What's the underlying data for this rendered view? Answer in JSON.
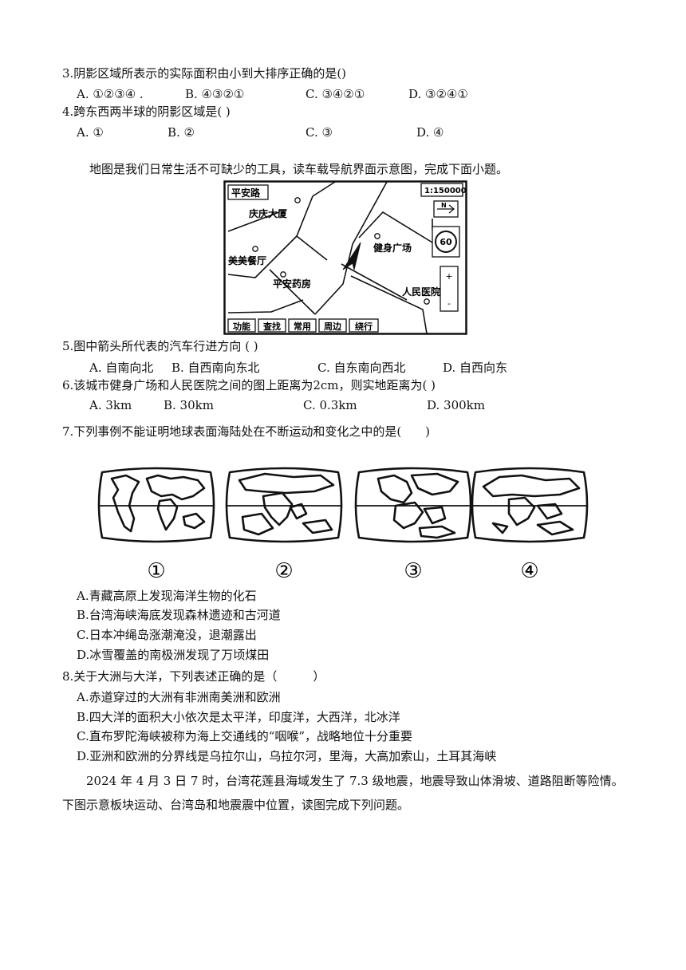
{
  "q3": {
    "stem": "3.阴影区域所表示的实际面积由小到大排序正确的是()",
    "options": [
      "A. ①②③④ .",
      "B. ④③②①",
      "C. ③④②①",
      "D. ③②④①"
    ]
  },
  "q4": {
    "stem": "4.跨东西两半球的阴影区域是( )",
    "options": [
      "A. ①",
      "B. ②",
      "C. ③",
      "D. ④"
    ]
  },
  "intro_map": "地图是我们日常生活不可缺少的工具，读车载导航界面示意图，完成下面小题。",
  "nav_map": {
    "road_label": "平安路",
    "scale": "1:150000",
    "north": "N",
    "speed_limit": "60",
    "zoom_plus": "+",
    "zoom_minus": "-",
    "places": [
      "庆庆大厦",
      "健身广场",
      "美美餐厅",
      "平安药房",
      "人民医院"
    ],
    "menu": [
      "功能",
      "查找",
      "常用",
      "周边",
      "绕行"
    ]
  },
  "q5": {
    "stem": "5.图中箭头所代表的汽车行进方向 ( )",
    "options": [
      "A. 自南向北",
      "B. 自西南向东北",
      "C. 自东南向西北",
      "D. 自西向东"
    ]
  },
  "q6": {
    "stem": "6.该城市健身广场和人民医院之间的图上距离为2cm，则实地距离为( )",
    "options": [
      "A. 3km",
      "B. 30km",
      "C. 0.3km",
      "D. 300km"
    ]
  },
  "q7": {
    "stem": "7.下列事例不能证明地球表面海陆处在不断运动和变化之中的是(　　)",
    "figure_labels": [
      "①",
      "②",
      "③",
      "④"
    ],
    "options": [
      "A.青藏高原上发现海洋生物的化石",
      "B.台湾海峡海底发现森林遗迹和古河道",
      "C.日本冲绳岛涨潮淹没，退潮露出",
      "D.冰雪覆盖的南极洲发现了万顷煤田"
    ]
  },
  "q8": {
    "stem": "8.关于大洲与大洋，下列表述正确的是（　　　）",
    "options": [
      "A.赤道穿过的大洲有非洲南美洲和欧洲",
      "B.四大洋的面积大小依次是太平洋，印度洋，大西洋，北冰洋",
      "C.直布罗陀海峡被称为海上交通线的“咽喉”，战略地位十分重要",
      "D.亚洲和欧洲的分界线是乌拉尔山，乌拉尔河，里海，大高加索山，土耳其海峡"
    ]
  },
  "intro_quake": "2024 年 4 月 3 日 7 时，台湾花莲县海域发生了 7.3 级地震，地震导致山体滑坡、道路阻断等险情。下图示意板块运动、台湾岛和地震震中位置，读图完成下列问题。"
}
